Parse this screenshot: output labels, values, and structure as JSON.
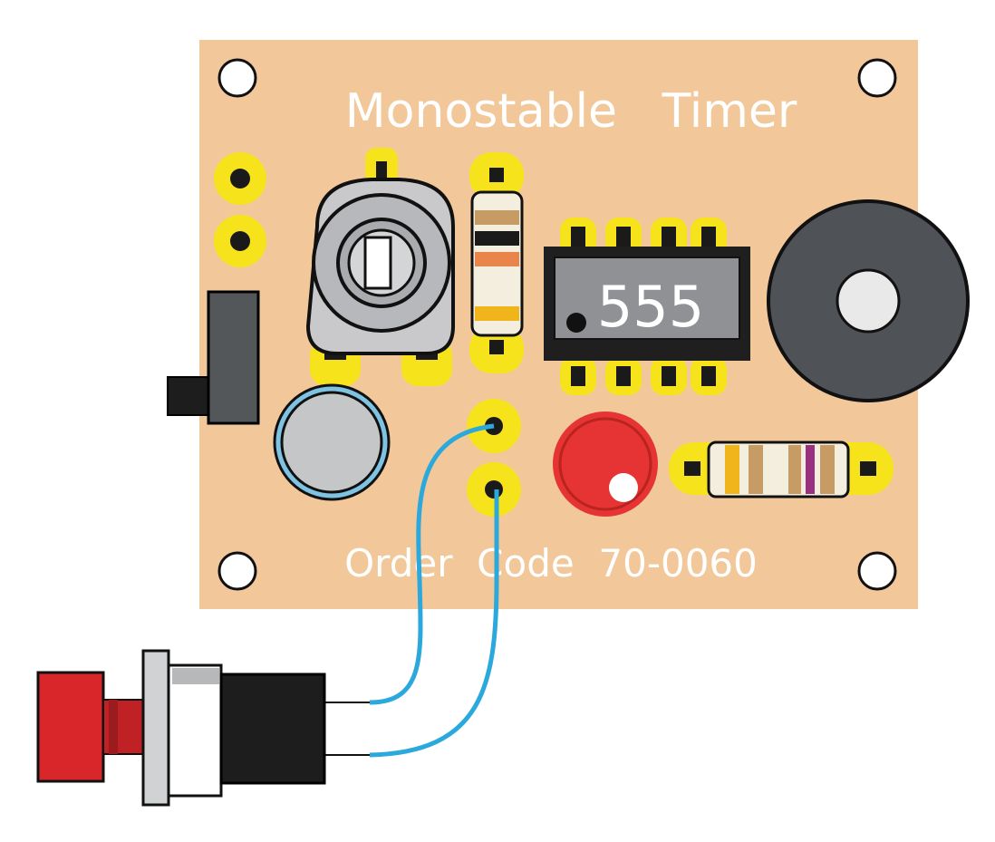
{
  "board": {
    "title": "Monostable   Timer",
    "order_code": "Order  Code  70-0060",
    "chip_label": "555",
    "colors": {
      "pcb": "#f2c89a",
      "pad": "#f6e31c",
      "silkscreen": "#ffffff",
      "wire": "#2ba9dc",
      "led": "#e53433",
      "buzzer": "#4f5257",
      "button_cap": "#d8262a",
      "switch": "#545759"
    }
  },
  "components": {
    "potentiometer": "trimmer-potentiometer",
    "resistor_vertical": "resistor",
    "ic": "555-timer-ic",
    "buzzer": "piezo-buzzer",
    "capacitor": "capacitor",
    "led": "red-led",
    "resistor_horizontal": "resistor",
    "slide_switch": "slide-switch",
    "push_button": "push-button"
  }
}
